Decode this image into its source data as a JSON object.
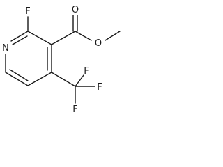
{
  "molecule": {
    "atoms": {
      "ring_nitrogen": "N",
      "fluorine_ring": "F",
      "carbonyl_oxygen": "O",
      "ester_oxygen": "O",
      "cf3_fluorine_top": "F",
      "cf3_fluorine_right": "F",
      "cf3_fluorine_bottom": "F"
    }
  }
}
